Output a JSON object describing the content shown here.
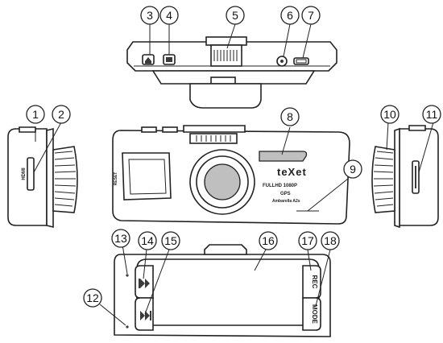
{
  "brand": "teXet",
  "front_text": {
    "line1": "FULLHD 1080P",
    "line2": "GPS",
    "line3": "Ambarella A2s"
  },
  "side_port_label": "HDMI",
  "front_side_label": "RESET",
  "buttons": {
    "rec": "REC",
    "mode": "MODE"
  },
  "callouts": [
    "1",
    "2",
    "3",
    "4",
    "5",
    "6",
    "7",
    "8",
    "9",
    "10",
    "11",
    "12",
    "13",
    "14",
    "15",
    "16",
    "17",
    "18"
  ]
}
